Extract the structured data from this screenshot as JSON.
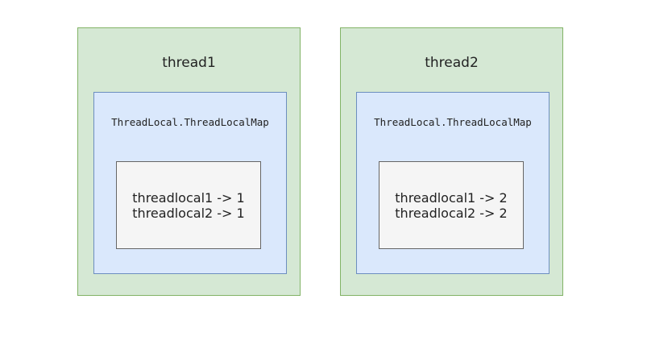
{
  "threads": [
    {
      "title": "thread1",
      "map_label": "ThreadLocal.ThreadLocalMap",
      "entries": [
        "threadlocal1 -> 1",
        "threadlocal2 -> 1"
      ]
    },
    {
      "title": "thread2",
      "map_label": "ThreadLocal.ThreadLocalMap",
      "entries": [
        "threadlocal1 -> 2",
        "threadlocal2 -> 2"
      ]
    }
  ],
  "colors": {
    "thread_fill": "#d5e8d4",
    "thread_stroke": "#82b366",
    "map_fill": "#dae8fc",
    "map_stroke": "#6c8ebf",
    "entry_fill": "#f5f5f5",
    "entry_stroke": "#666666"
  }
}
